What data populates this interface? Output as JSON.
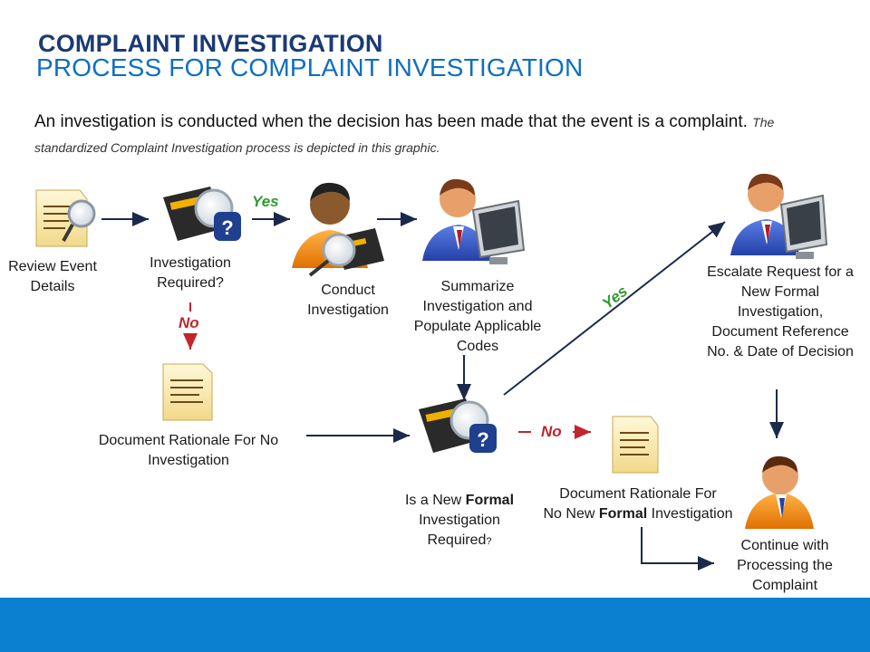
{
  "header": {
    "title": "COMPLAINT INVESTIGATION",
    "subtitle": "PROCESS FOR COMPLAINT INVESTIGATION"
  },
  "intro": {
    "main": "An investigation is conducted when the decision has been made that the event is a complaint.",
    "note": "The standardized Complaint Investigation process is depicted in this graphic."
  },
  "nodes": {
    "review": "Review Event Details",
    "inv_required": "Investigation Required?",
    "conduct": "Conduct Investigation",
    "summarize": "Summarize Investigation and Populate Applicable Codes",
    "escalate": "Escalate Request for a New Formal Investigation, Document Reference No. & Date of Decision",
    "doc_no_inv": "Document Rationale For No Investigation",
    "new_formal_a": "Is a New",
    "new_formal_b": "Formal",
    "new_formal_c": "Investigation Required",
    "new_formal_q": "?",
    "doc_no_formal_a": "Document Rationale For",
    "doc_no_formal_b": "No New",
    "doc_no_formal_c": "Formal",
    "doc_no_formal_d": "Investigation",
    "continue": "Continue with Processing the Complaint"
  },
  "edges": {
    "yes1": "Yes",
    "no1": "No",
    "yes2": "Yes",
    "no2": "No"
  },
  "icons": {
    "review": "document-magnifier-icon",
    "inv_required": "device-question-icon",
    "conduct": "person-inspecting-device-icon",
    "summarize": "person-computer-icon",
    "escalate": "person-computer-icon",
    "doc_no_inv": "document-icon",
    "new_formal": "device-question-icon",
    "doc_no_formal": "document-icon",
    "continue": "person-icon"
  },
  "colors": {
    "title": "#1b3a73",
    "subtitle": "#0f6fbf",
    "yes": "#2e9b2e",
    "no": "#c0262c",
    "footer": "#0b7fd0",
    "arrow": "#1b2a4a"
  }
}
